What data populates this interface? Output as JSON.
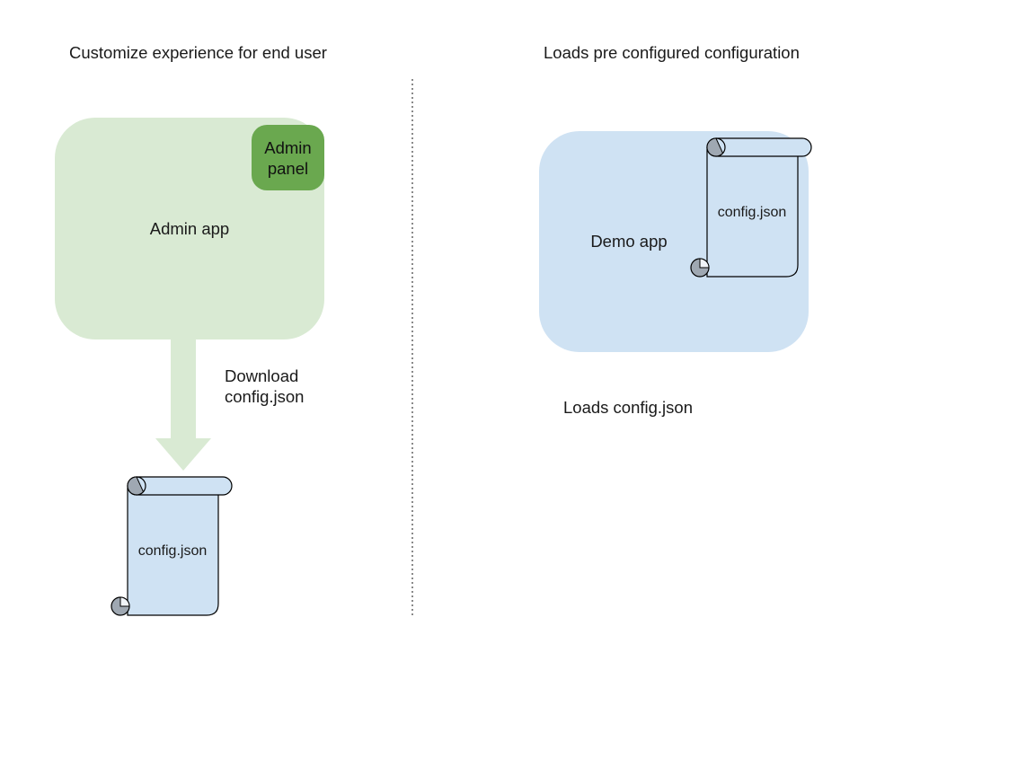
{
  "left_section": {
    "title": "Customize experience for end user",
    "admin_app": {
      "label": "Admin app",
      "panel_label": "Admin panel"
    },
    "arrow_caption": "Download config.json",
    "scroll_label": "config.json"
  },
  "right_section": {
    "title": "Loads pre configured configuration",
    "demo_app": {
      "label": "Demo app"
    },
    "scroll_label": "config.json",
    "caption": "Loads config.json"
  },
  "colors": {
    "app_green": "#d9ead3",
    "panel_green": "#6aa84f",
    "app_blue": "#cfe2f3",
    "scroll_blue": "#cfe2f3",
    "curl_gray": "#9fa8b2",
    "outline_black": "#000000",
    "divider_gray": "#8a8a8a",
    "text_black": "#1a1a1a"
  }
}
